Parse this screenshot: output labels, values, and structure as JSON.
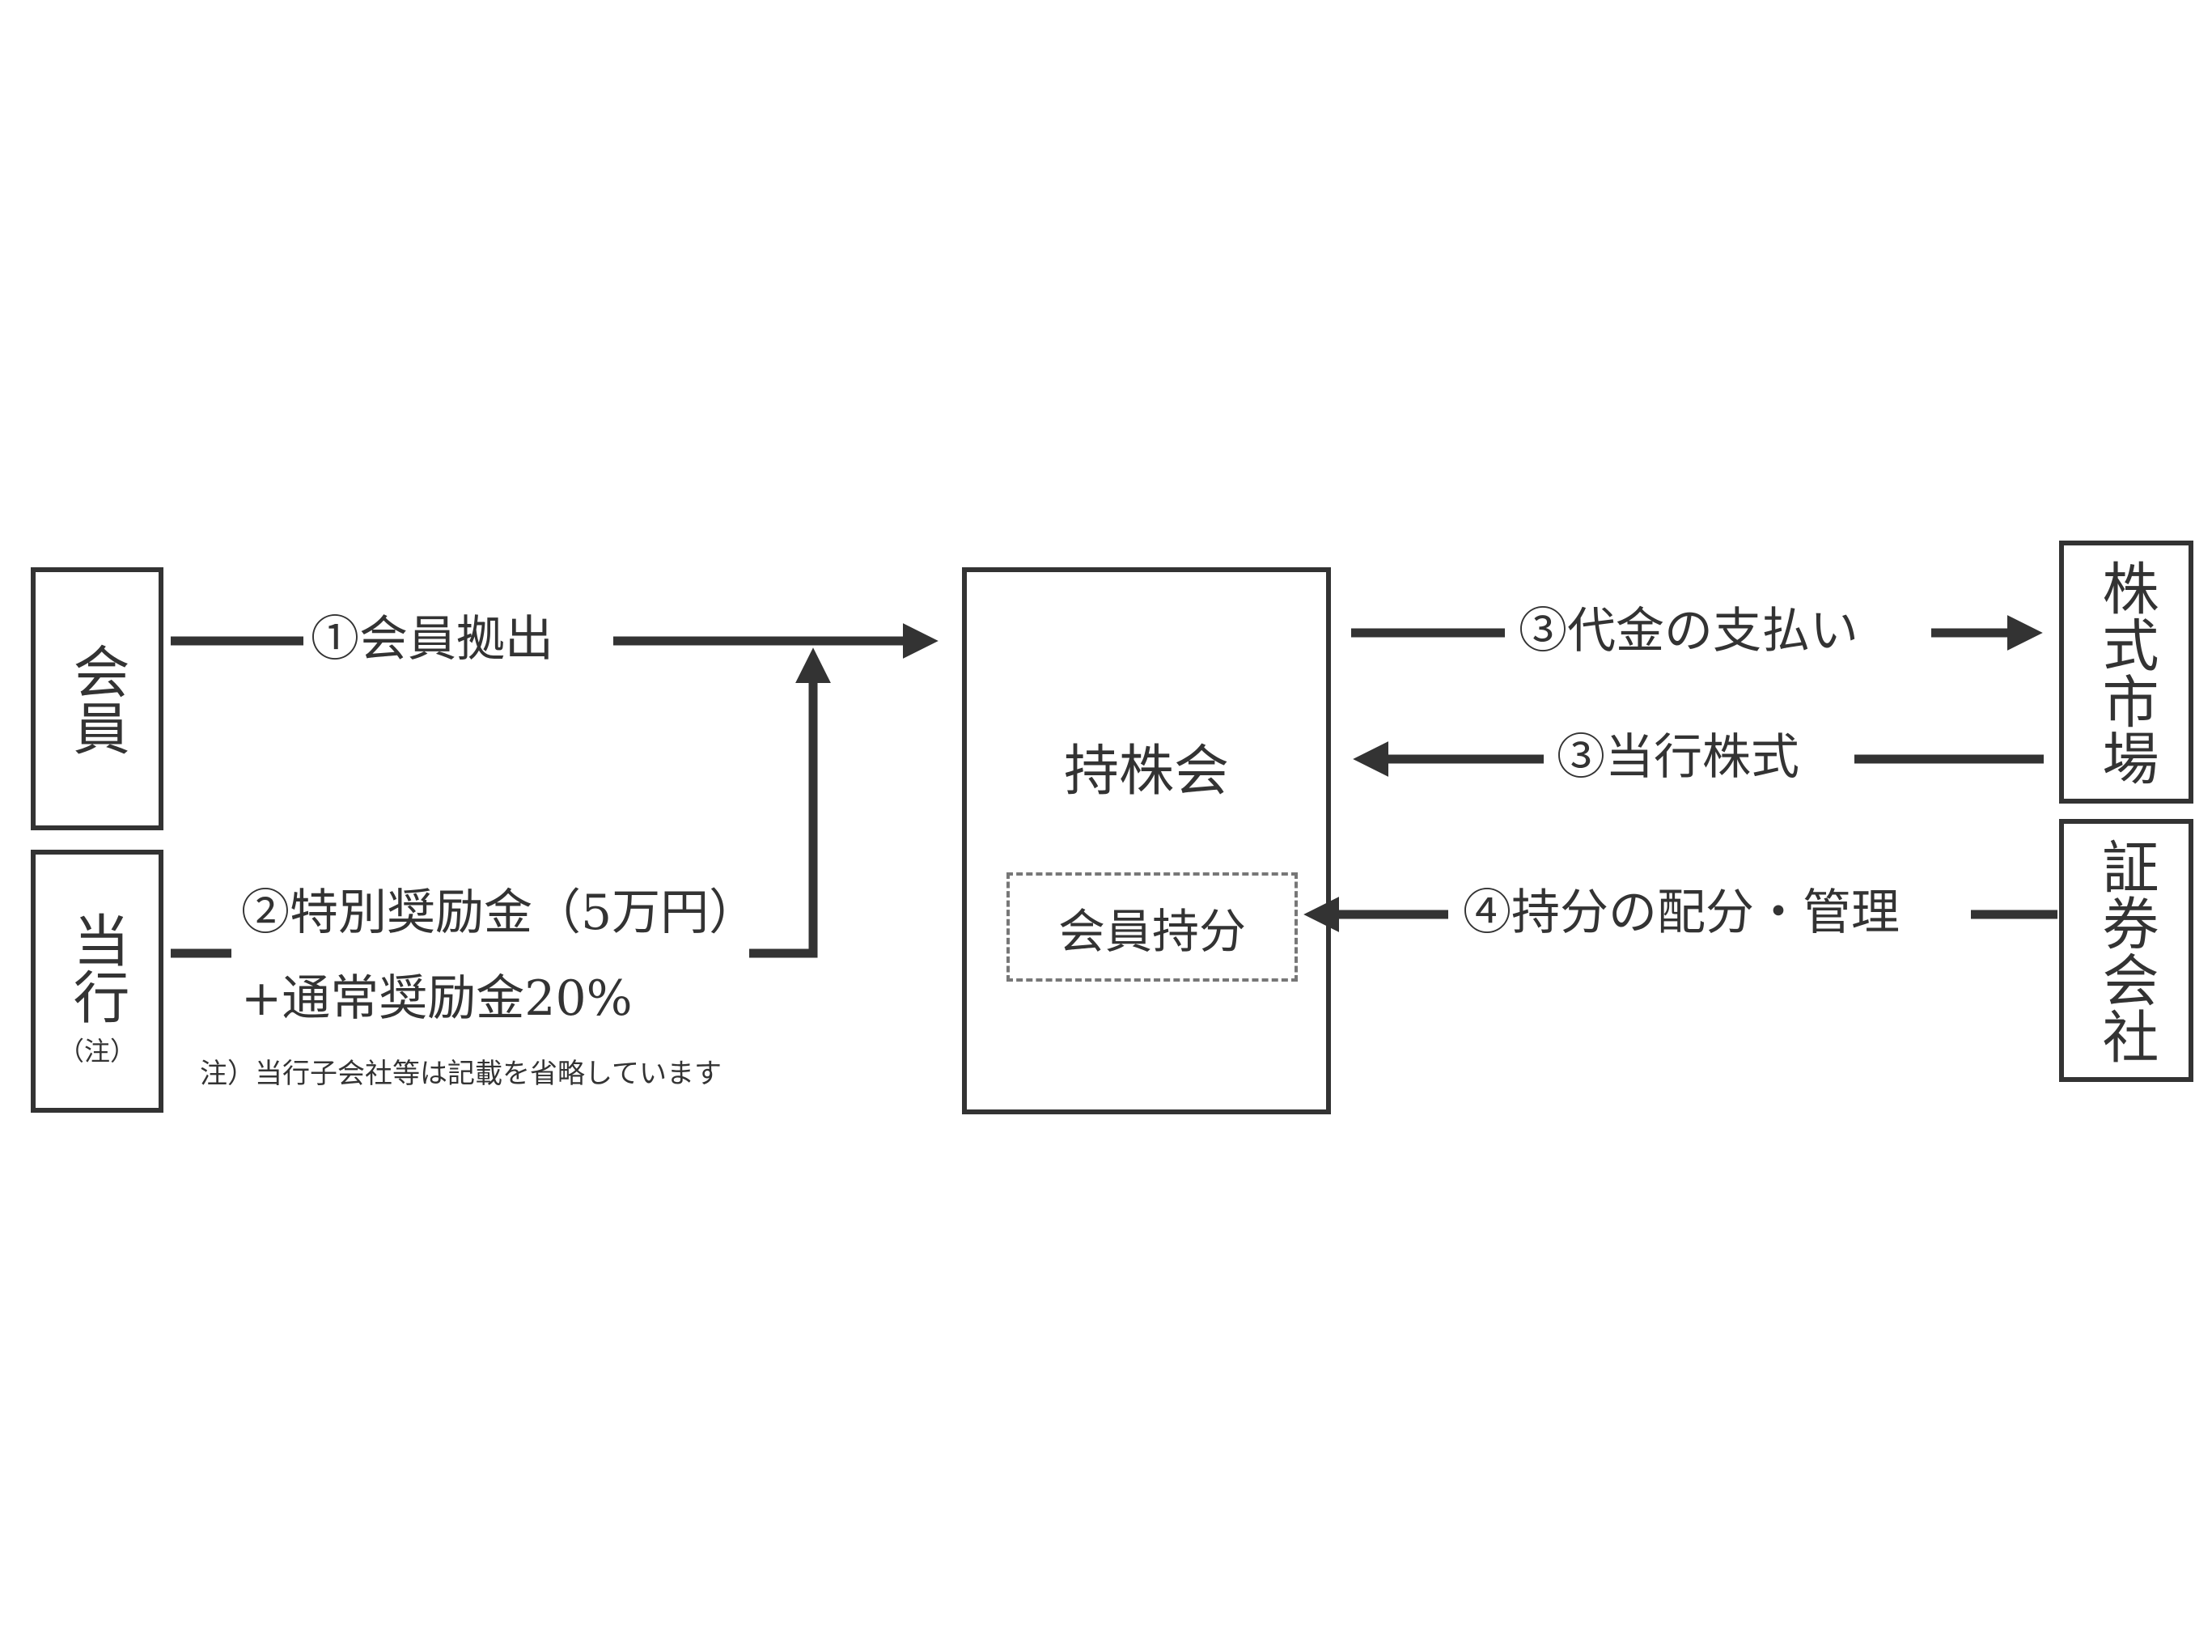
{
  "nodes": {
    "member": "会員",
    "bank": "当行",
    "bank_note_mark": "（注）",
    "association": "持株会",
    "member_share": "会員持分",
    "stock_market": "株式市場",
    "securities_company": "証券会社"
  },
  "flows": {
    "member_contribution": "①会員拠出",
    "special_incentive": "②特別奨励金（5万円）",
    "regular_incentive": "+通常奨励金20%",
    "payment": "③代金の支払い",
    "bank_shares": "③当行株式",
    "allocation": "④持分の配分・管理"
  },
  "note": "注）当行子会社等は記載を省略しています",
  "colors": {
    "line": "#333333",
    "dashed_border": "#777777"
  }
}
